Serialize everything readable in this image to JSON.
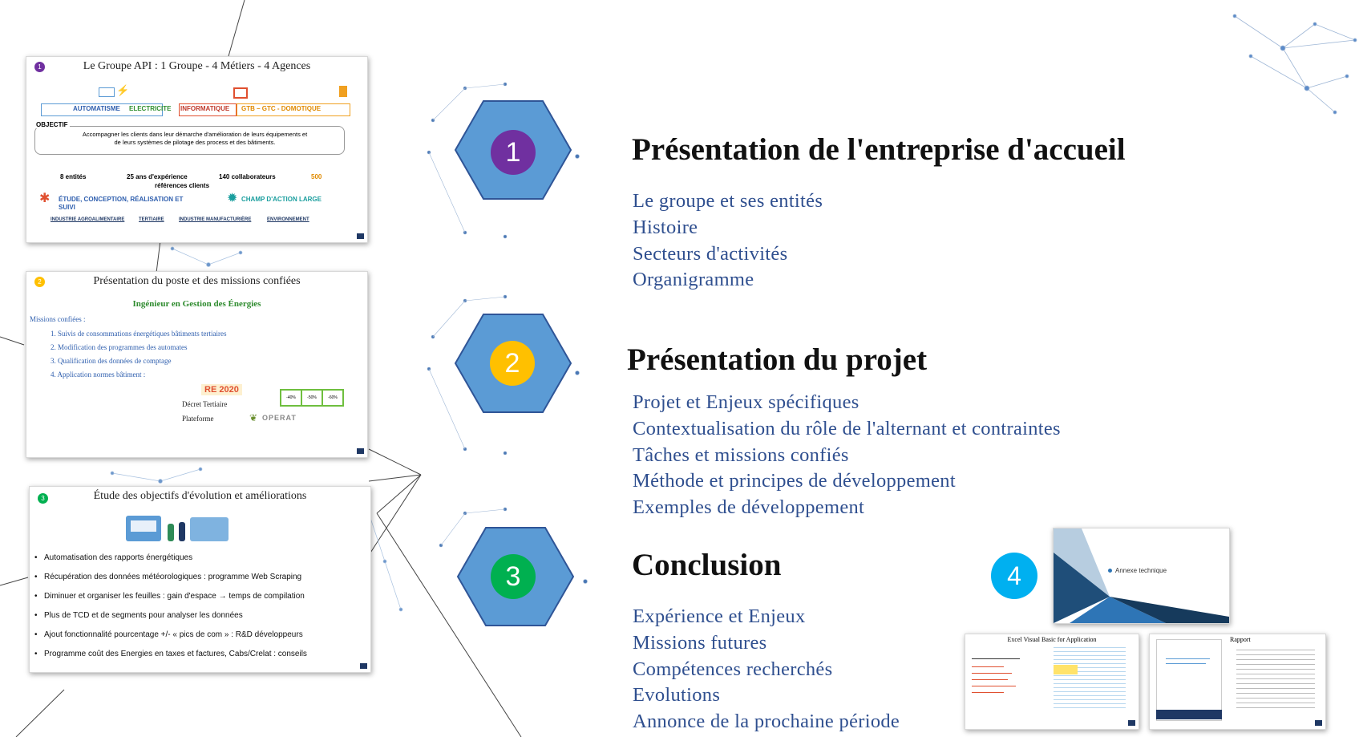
{
  "slides": {
    "s1": {
      "badge": "1",
      "title": "Le Groupe API : 1 Groupe - 4 Métiers - 4 Agences",
      "metiers": [
        "AUTOMATISME",
        "ELECTRICITE",
        "INFORMATIQUE",
        "GTB – GTC - DOMOTIQUE"
      ],
      "objectif_label": "OBJECTIF",
      "objectif_text1": "Accompagner les clients dans leur démarche d'amélioration de leurs équipements et",
      "objectif_text2": "de leurs systèmes de pilotage des process et des bâtiments.",
      "stats": [
        "8 entités",
        "25 ans d'expérience",
        "140 collaborateurs",
        "500",
        "références clients"
      ],
      "services": [
        "ÉTUDE, CONCEPTION, RÉALISATION ET",
        "SUIVI",
        "CHAMP D'ACTION LARGE"
      ],
      "sectors": [
        "INDUSTRIE AGROALIMENTAIRE",
        "TERTIAIRE",
        "INDUSTRIE MANUFACTURIÈRE",
        "ENVIRONNEMENT"
      ]
    },
    "s2": {
      "badge": "2",
      "title": "Présentation du poste et des missions confiées",
      "role": "Ingénieur en Gestion des Énergies",
      "missions_label": "Missions confiées :",
      "missions": [
        "1. Suivis de consommations énergétiques bâtiments tertiaires",
        "2. Modification des programmes des automates",
        "3. Qualification des données de comptage",
        "4. Application normes bâtiment :"
      ],
      "re2020": "RE 2020",
      "decret": "Décret Tertiaire",
      "plateforme": "Plateforme",
      "operat": "OPERAT",
      "pcts": [
        "-40%",
        "-50%",
        "-60%"
      ]
    },
    "s3": {
      "badge": "3",
      "title": "Étude des objectifs d'évolution et améliorations",
      "bullets": [
        "Automatisation des rapports énergétiques",
        "Récupération des données météorologiques : programme Web Scraping",
        "Diminuer et organiser les feuilles : gain d'espace → temps de compilation",
        "Plus de TCD et de segments pour analyser les données",
        "Ajout fonctionnalité pourcentage +/- « pics de com » : R&D développeurs",
        "Programme coût des Energies en taxes et factures, Cabs/Crelat : conseils"
      ]
    }
  },
  "sections": [
    {
      "number": "1",
      "title": "Présentation de l'entreprise d'accueil",
      "items": [
        "Le groupe et ses entités",
        "Histoire",
        "Secteurs d'activités",
        "Organigramme"
      ]
    },
    {
      "number": "2",
      "title": "Présentation du projet",
      "items": [
        "Projet et Enjeux spécifiques",
        "Contextualisation  du rôle de l'alternant et contraintes",
        "Tâches et missions confiés",
        "Méthode et principes de développement",
        "Exemples de développement"
      ]
    },
    {
      "number": "3",
      "title": "Conclusion",
      "items": [
        "Expérience et Enjeux",
        "Missions futures",
        "Compétences recherchés",
        "Evolutions",
        "Annonce de la prochaine période"
      ]
    }
  ],
  "annexe": {
    "number": "4",
    "cover_label": "Annexe technique",
    "doc1_title": "Excel Visual Basic for Application",
    "doc2_title": "Rapport"
  },
  "colors": {
    "hex_fill": "#5b9bd5",
    "badge1": "#7030a0",
    "badge2": "#ffc000",
    "badge3": "#00b050",
    "badge4": "#00b0f0",
    "list_text": "#2f4f8f"
  }
}
